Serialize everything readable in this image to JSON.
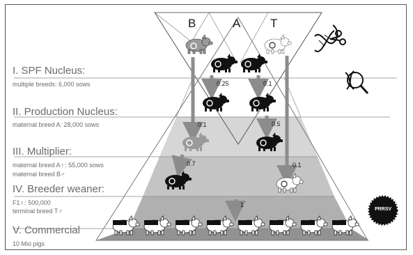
{
  "columns": [
    "B",
    "A",
    "T"
  ],
  "levels": [
    {
      "title": "I. SPF Nucleus:",
      "subtitle": "multiple breeds: 6,000 sows"
    },
    {
      "title": "II. Production Nucleus:",
      "subtitle": "maternal breed A: 28,000 sows"
    },
    {
      "title": "III. Multiplier:",
      "subtitle": "maternal breed A♀: 55,000 sows",
      "subtitle2": "maternal breed B♂"
    },
    {
      "title": "IV. Breeder weaner:",
      "subtitle": "F1♀: 500,000",
      "subtitle2": "terminal breed T♂"
    },
    {
      "title": "V. Commercial",
      "subtitle": "10 Mio pigs"
    }
  ],
  "flow_values": [
    "0.25",
    "0.1",
    "0.1",
    "0.5",
    "0.7",
    "0.1",
    "1"
  ],
  "badge": "PRRSV",
  "icons": [
    "dna-scissors-icon",
    "dna-magnifier-icon",
    "pig-icon"
  ],
  "colors": {
    "band1": "#ffffff",
    "band2": "#d6d6d6",
    "band3": "#c4c4c4",
    "band4": "#b0b0b0",
    "band5": "#929292",
    "arrow": "#8c8c8c",
    "pig_dark": "#111111",
    "pig_grey": "#9a9a9a"
  }
}
